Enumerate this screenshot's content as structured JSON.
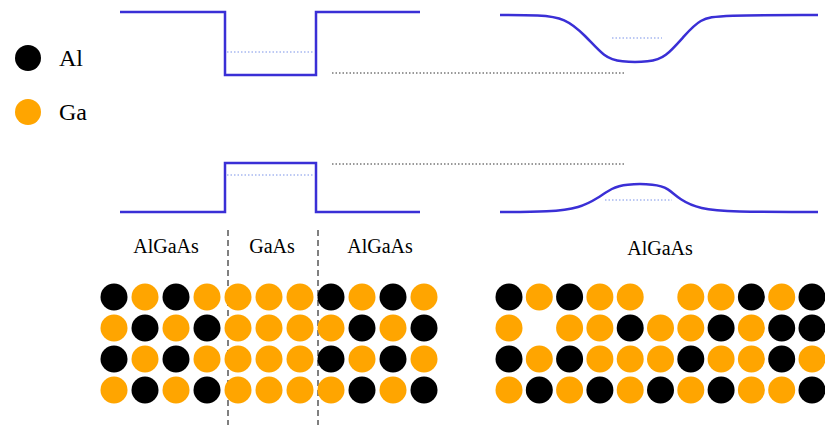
{
  "diagram": {
    "labels": [
      "AlGaAs",
      "GaAs",
      "AlGaAs",
      "AlGaAs"
    ],
    "legend": [
      {
        "text": "Al",
        "color": "#000000"
      },
      {
        "text": "Ga",
        "color": "#ffa500"
      }
    ]
  }
}
